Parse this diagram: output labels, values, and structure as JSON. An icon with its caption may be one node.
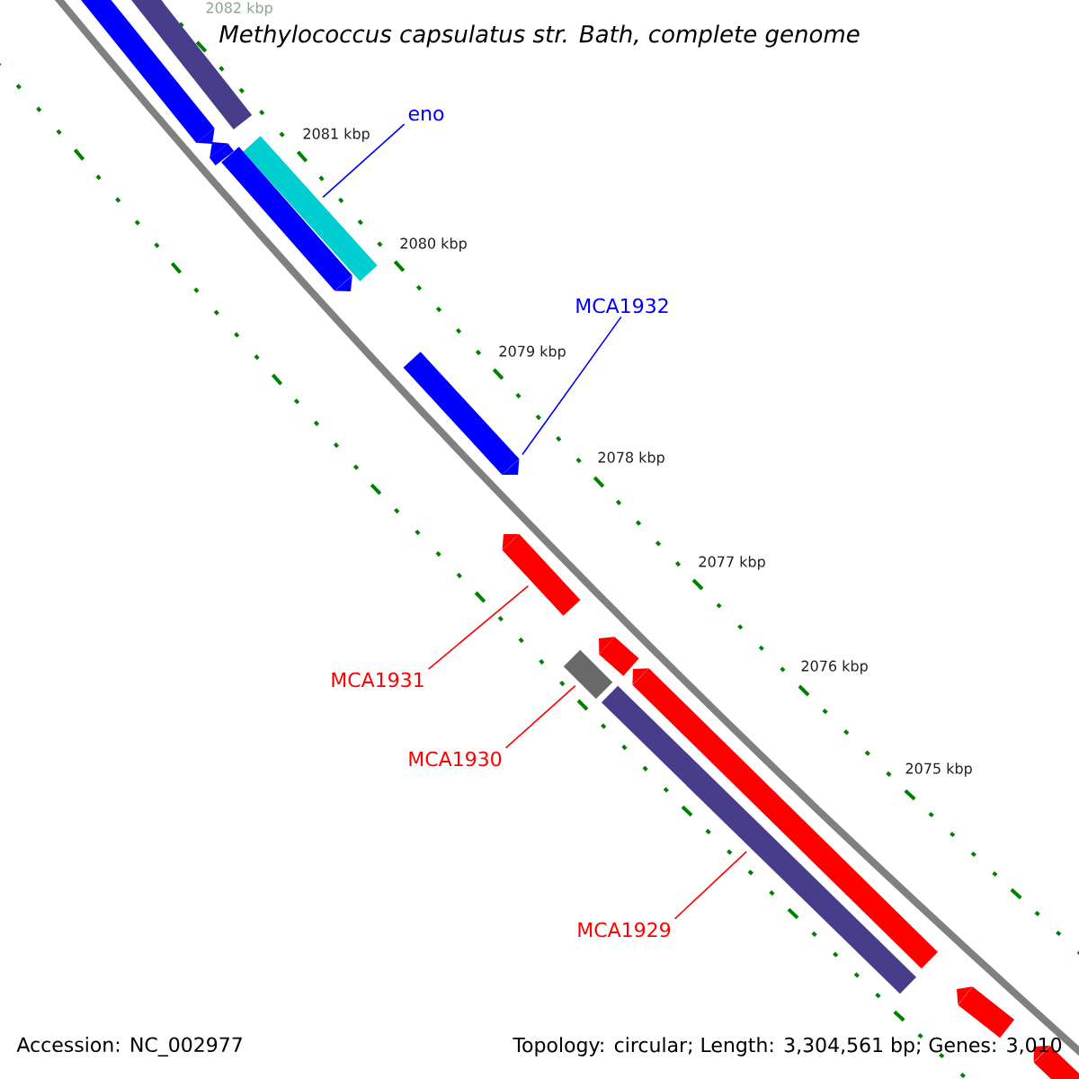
{
  "diagram": {
    "title": "Methylococcus capsulatus str. Bath, complete genome",
    "nodes": [
      {
        "text": [
          "eno"
        ]
      },
      {
        "text": [],
        "shape": "bar"
      },
      {
        "text": [
          "MCA1932"
        ]
      },
      {
        "text": [],
        "shape": "bar"
      },
      {
        "text": [
          "MCA1931"
        ]
      },
      {
        "text": [],
        "shape": "bar"
      },
      {
        "text": [
          "MCA1930"
        ]
      },
      {
        "text": [],
        "shape": "bar"
      },
      {
        "text": [
          "MCA1929"
        ]
      },
      {
        "text": [],
        "shape": "bar"
      },
      {
        "text": [],
        "shape": "bar"
      },
      {
        "text": [],
        "shape": "bar"
      },
      {
        "text": [],
        "shape": "bar"
      },
      {
        "text": [],
        "shape": "bar"
      },
      {
        "text": [],
        "shape": "bar"
      },
      {
        "text": [],
        "shape": "bar"
      },
      {
        "text": [],
        "shape": "bar"
      },
      {
        "text": [],
        "shape": "bar"
      }
    ],
    "edges": [
      {
        "from": 0,
        "to": 1,
        "arrow": "none",
        "color": "#0000ff"
      },
      {
        "from": 2,
        "to": 3,
        "arrow": "none",
        "color": "#0000ff"
      },
      {
        "from": 4,
        "to": 5,
        "arrow": "none"
      },
      {
        "from": 6,
        "to": 7,
        "arrow": "none"
      },
      {
        "from": 8,
        "to": 9,
        "arrow": "none"
      }
    ],
    "labels": [
      "2082 kbp",
      "2081 kbp",
      "2080 kbp",
      "2079 kbp",
      "2078 kbp",
      "2077 kbp",
      "2076 kbp",
      "2075 kbp",
      "Accession: NC_002977",
      "Topology: circular; Length: 3,304,561 bp; Genes: 3,010"
    ]
  }
}
